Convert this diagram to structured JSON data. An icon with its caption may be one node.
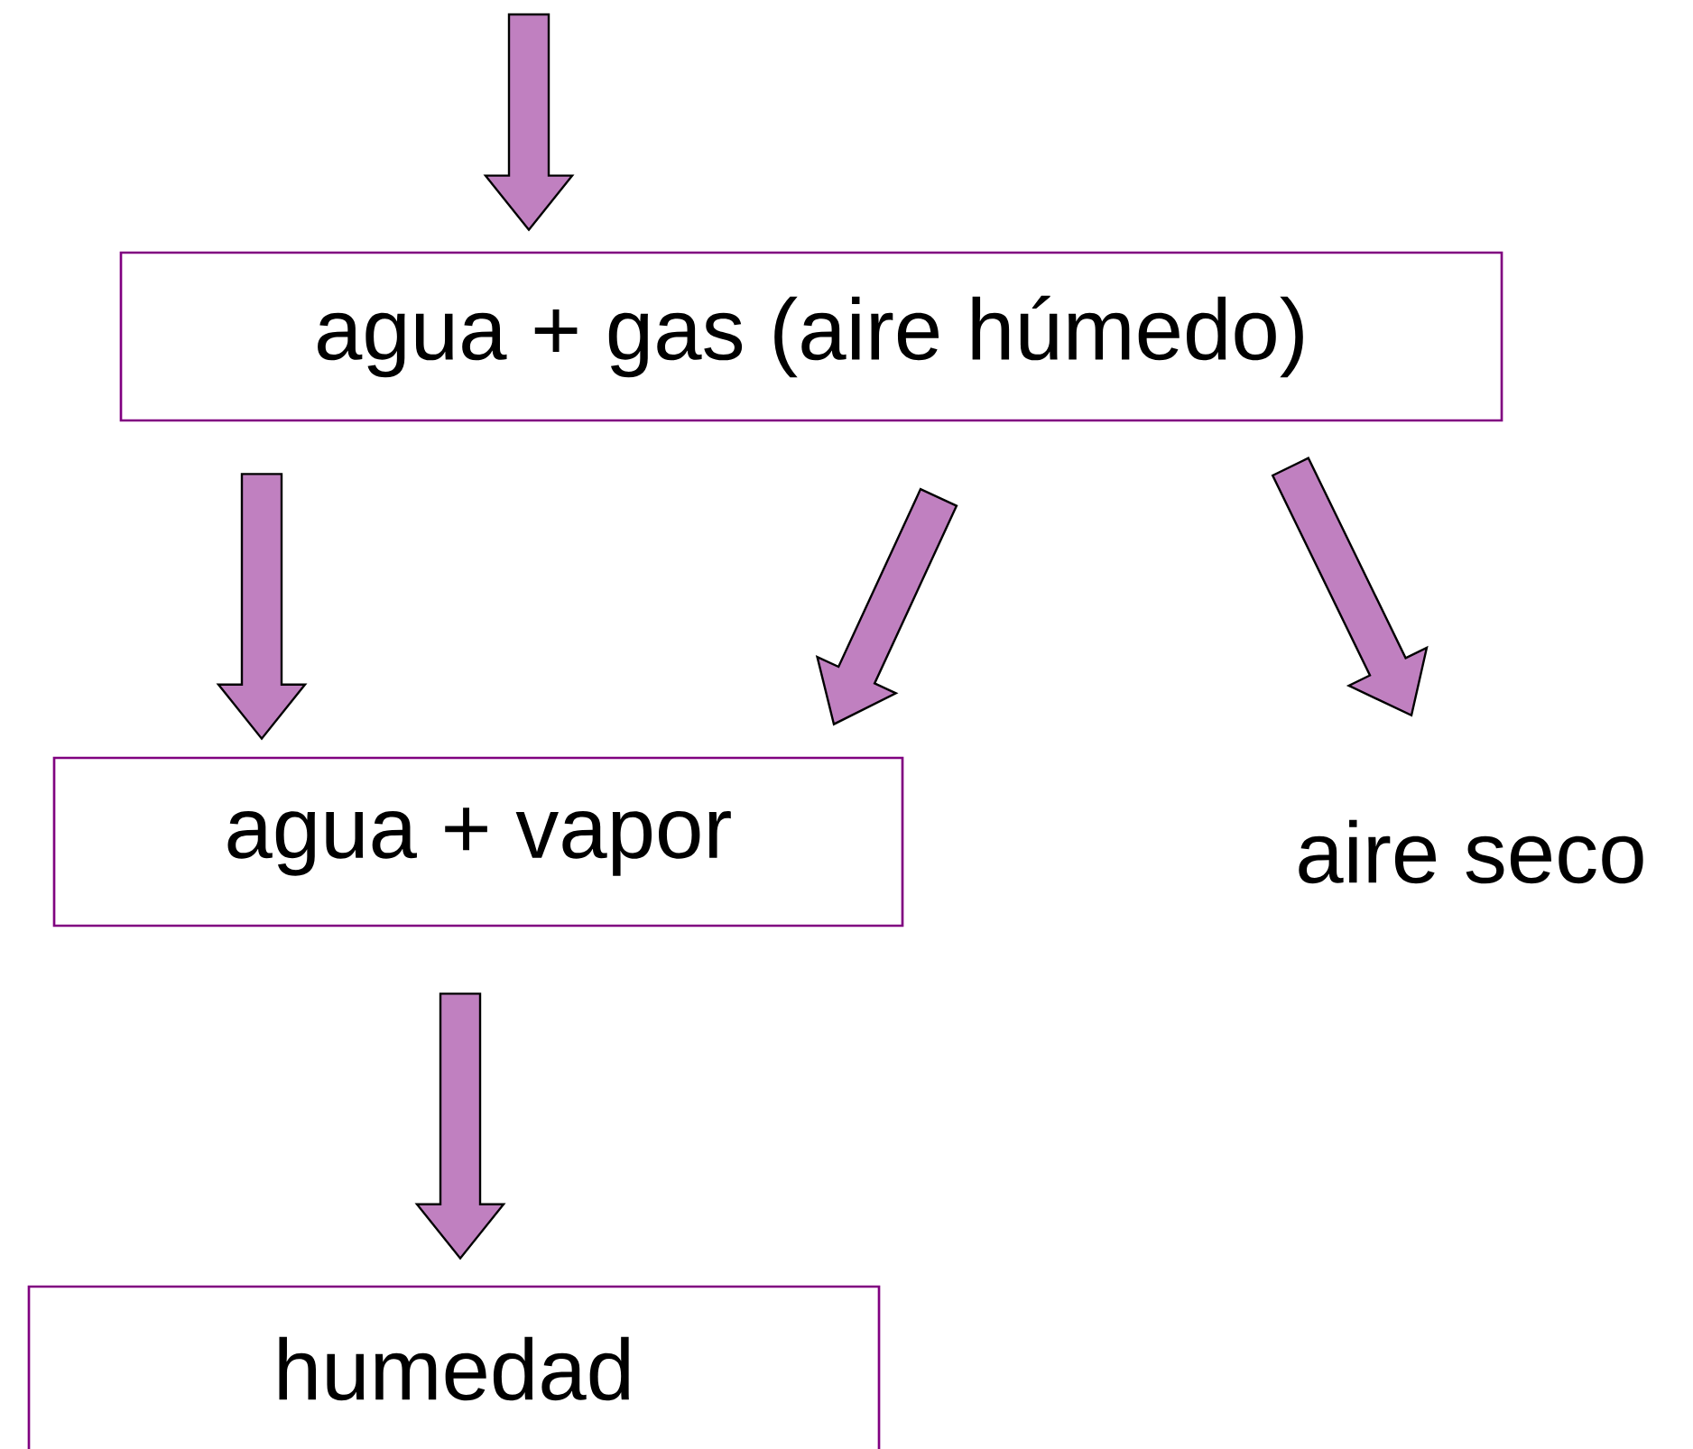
{
  "diagram": {
    "nodes": [
      {
        "text": [
          "agua + gas (aire húmedo)"
        ]
      },
      {
        "text": [
          "agua + vapor"
        ]
      },
      {
        "text": [
          "aire seco"
        ]
      },
      {
        "text": [
          "humedad"
        ]
      }
    ],
    "edges": [
      {
        "from": null,
        "to": 0,
        "arrow": "to"
      },
      {
        "from": 0,
        "to": 1,
        "arrow": "to"
      },
      {
        "from": 0,
        "to": 1,
        "arrow": "to"
      },
      {
        "from": 0,
        "to": 2,
        "arrow": "to"
      },
      {
        "from": 1,
        "to": 3,
        "arrow": "to"
      }
    ]
  }
}
